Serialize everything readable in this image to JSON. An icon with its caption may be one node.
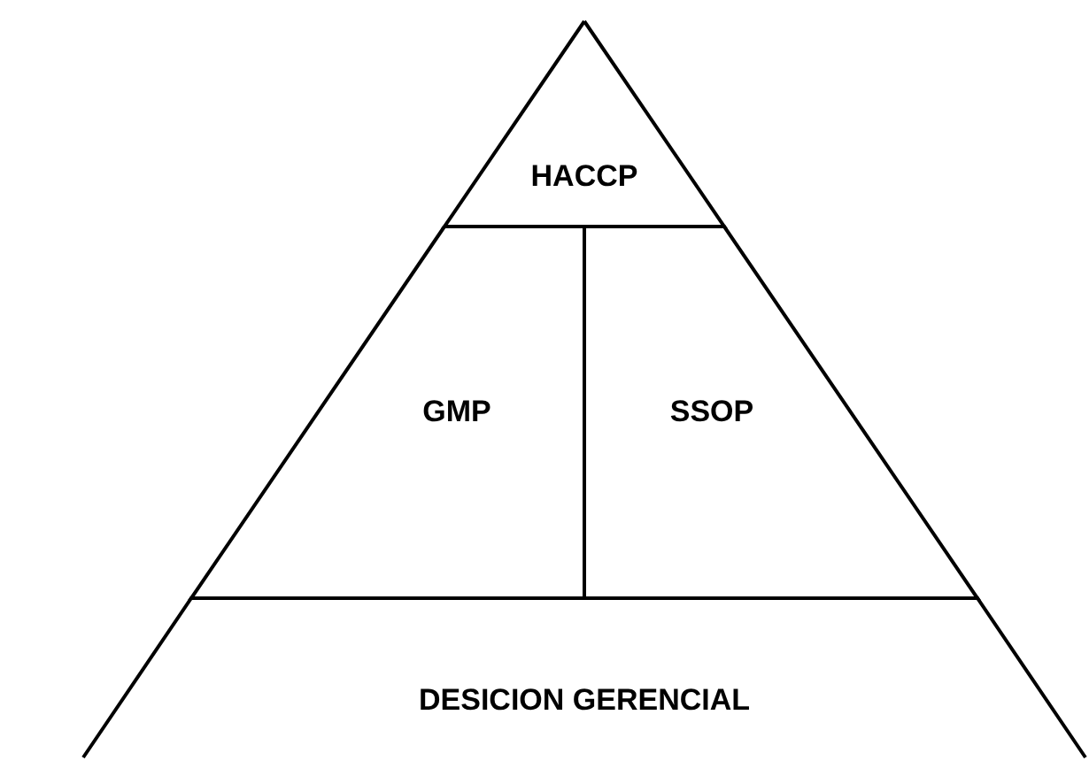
{
  "diagram": {
    "nodes": [
      {
        "text": [
          "HACCP"
        ]
      },
      {
        "text": [
          "GMP"
        ]
      },
      {
        "text": [
          "SSOP"
        ]
      },
      {
        "text": [
          "DESICION GERENCIAL"
        ]
      }
    ]
  }
}
